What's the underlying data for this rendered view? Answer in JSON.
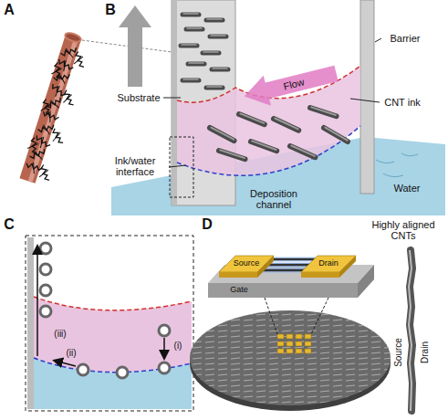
{
  "diagram": {
    "labels": [
      "A",
      "B",
      "Barrier",
      "Flow",
      "CNT ink",
      "Substrate",
      "Ink/water interface",
      "Deposition channel",
      "Water",
      "C",
      "(i)",
      "(ii)",
      "(iii)",
      "D",
      "Source",
      "Drain",
      "Gate",
      "Highly aligned CNTs",
      "Source",
      "Drain"
    ]
  }
}
